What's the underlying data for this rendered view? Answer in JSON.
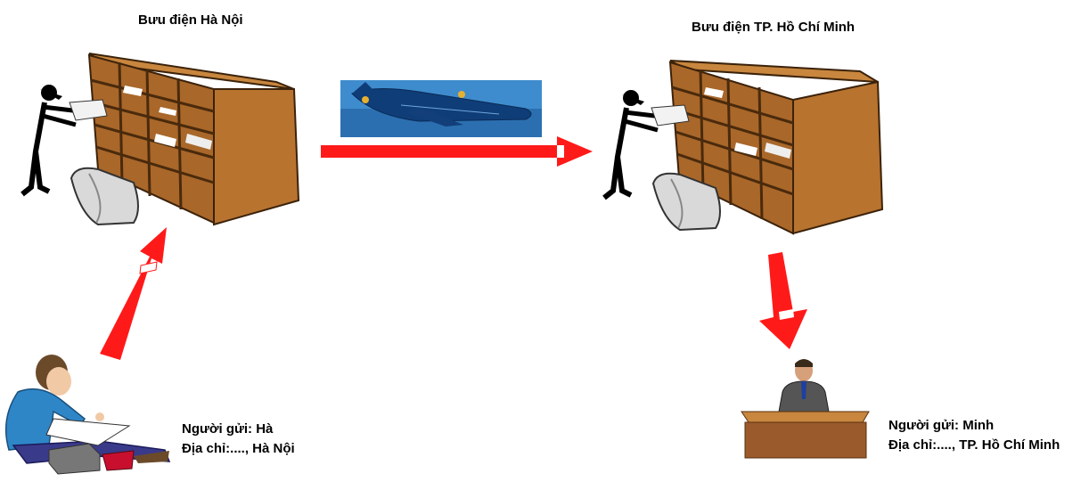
{
  "post_office_hanoi": {
    "title": "Bưu điện Hà Nội"
  },
  "post_office_hcm": {
    "title": "Bưu điện TP. Hồ Chí Minh"
  },
  "sender": {
    "name_line": "Người gửi: Hà",
    "address_line": "Địa chỉ:...., Hà Nội"
  },
  "receiver": {
    "name_line": "Người gửi: Minh",
    "address_line": "Địa chỉ:....,  TP. Hồ Chí Minh"
  },
  "colors": {
    "arrow": "#ff1a1a",
    "cabinet": "#b8732f",
    "cabinet_dark": "#6b3d12",
    "plane_sky": "#2f7ec0",
    "plane_body": "#0f3d78",
    "desk": "#a0522d"
  }
}
